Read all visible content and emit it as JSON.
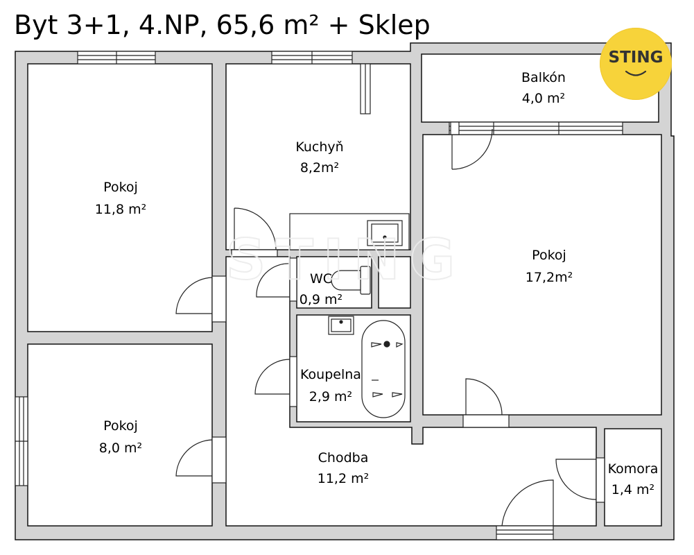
{
  "header": {
    "title": "Byt 3+1, 4.NP, 65,6 m² + Sklep"
  },
  "logo": {
    "text": "STING",
    "color": "#f7d33a",
    "icon": "smile-icon"
  },
  "watermark": {
    "text": "STING"
  },
  "colors": {
    "wall": "#d4d4d4",
    "wall_stroke": "#111111",
    "floor": "#ffffff"
  },
  "rooms": [
    {
      "id": "pokoj-1",
      "name": "Pokoj",
      "area": "11,8 m²"
    },
    {
      "id": "kuchyn",
      "name": "Kuchyň",
      "area": "8,2m²"
    },
    {
      "id": "balkon",
      "name": "Balkón",
      "area": "4,0 m²"
    },
    {
      "id": "pokoj-2",
      "name": "Pokoj",
      "area": "17,2m²"
    },
    {
      "id": "wc",
      "name": "WC",
      "area": "0,9 m²"
    },
    {
      "id": "koupelna",
      "name": "Koupelna",
      "area": "2,9 m²"
    },
    {
      "id": "pokoj-3",
      "name": "Pokoj",
      "area": "8,0 m²"
    },
    {
      "id": "chodba",
      "name": "Chodba",
      "area": "11,2 m²"
    },
    {
      "id": "komora",
      "name": "Komora",
      "area": "1,4 m²"
    }
  ]
}
